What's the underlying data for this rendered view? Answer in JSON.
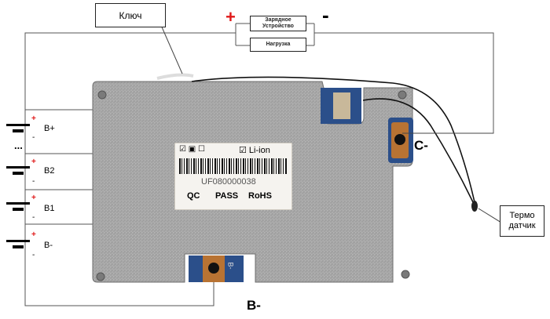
{
  "labels": {
    "key": "Ключ",
    "charger": "Зарядное Устройство",
    "load": "Нагрузка",
    "plus": "+",
    "minus": "-",
    "c_minus": "C-",
    "b_minus": "B-",
    "thermo": "Термо датчик"
  },
  "cells": [
    {
      "name": "B+",
      "plus": "+",
      "minus": "-"
    },
    {
      "name": "B2",
      "plus": "+",
      "minus": "-"
    },
    {
      "name": "B1",
      "plus": "+",
      "minus": "-"
    },
    {
      "name": "B-",
      "plus": "+",
      "minus": "-"
    }
  ],
  "ellipsis": "...",
  "sticker": {
    "checks": "☑ ▣ ☐",
    "type": "☑ Li-ion",
    "serial": "UF080000038",
    "qc": "QC",
    "pass": "PASS",
    "rohs": "RoHS"
  },
  "port_label": "B-",
  "colors": {
    "plus": "#e01a1a",
    "board_metal": "#a8a8a8",
    "pcb_blue": "#2b4f8a",
    "copper": "#b87333"
  }
}
